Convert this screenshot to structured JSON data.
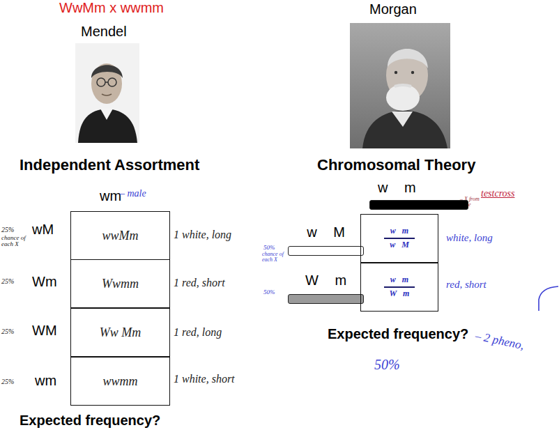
{
  "diagram": {
    "nodes": [
      {
        "text": [
          "wwMm"
        ]
      },
      {
        "text": [
          "Wwmm"
        ]
      },
      {
        "text": [
          "Ww Mm"
        ]
      },
      {
        "text": [
          "wwmm"
        ]
      },
      {
        "text": [
          "w m"
        ]
      },
      {
        "text": [
          "w M"
        ]
      },
      {
        "text": [
          "W m"
        ]
      },
      {
        "text": [
          "w m",
          "w M"
        ]
      },
      {
        "text": [
          "w m",
          "W m"
        ]
      }
    ],
    "labels": [
      "WwMm x wwmm",
      "Mendel",
      "Morgan",
      "Independent Assortment",
      "Chromosomal Theory",
      "wm",
      "– male",
      "25%",
      "chance of each X",
      "wM",
      "25%",
      "Wm",
      "25%",
      "WM",
      "25%",
      "wm",
      "1 white, long",
      "1 red, short",
      "1 red, long",
      "1 white, short",
      "Expected frequency?",
      "– X from male",
      "testcross",
      "50%",
      "chance of each X",
      "50%",
      "white, long",
      "red, short",
      "Expected frequency?",
      "– 2 pheno,",
      "50%"
    ]
  }
}
